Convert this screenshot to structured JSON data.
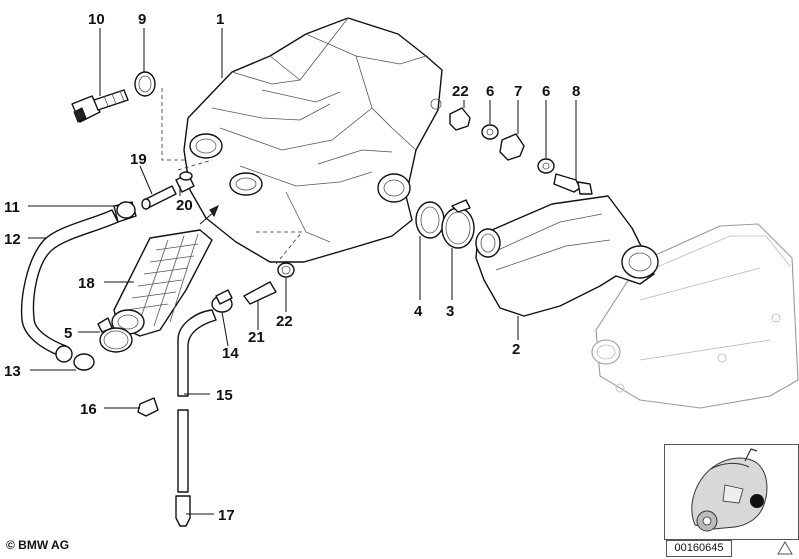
{
  "copyright": "© BMW AG",
  "document_number": "00160645",
  "callouts": [
    {
      "id": "c10",
      "label": "10"
    },
    {
      "id": "c9",
      "label": "9"
    },
    {
      "id": "c1",
      "label": "1"
    },
    {
      "id": "c22a",
      "label": "22"
    },
    {
      "id": "c6a",
      "label": "6"
    },
    {
      "id": "c7",
      "label": "7"
    },
    {
      "id": "c6b",
      "label": "6"
    },
    {
      "id": "c8",
      "label": "8"
    },
    {
      "id": "c19",
      "label": "19"
    },
    {
      "id": "c11",
      "label": "11"
    },
    {
      "id": "c20",
      "label": "20"
    },
    {
      "id": "c12",
      "label": "12"
    },
    {
      "id": "c18",
      "label": "18"
    },
    {
      "id": "c4",
      "label": "4"
    },
    {
      "id": "c3",
      "label": "3"
    },
    {
      "id": "c22b",
      "label": "22"
    },
    {
      "id": "c5",
      "label": "5"
    },
    {
      "id": "c21",
      "label": "21"
    },
    {
      "id": "c2",
      "label": "2"
    },
    {
      "id": "c14",
      "label": "14"
    },
    {
      "id": "c13",
      "label": "13"
    },
    {
      "id": "c15",
      "label": "15"
    },
    {
      "id": "c16",
      "label": "16"
    },
    {
      "id": "c17",
      "label": "17"
    }
  ]
}
